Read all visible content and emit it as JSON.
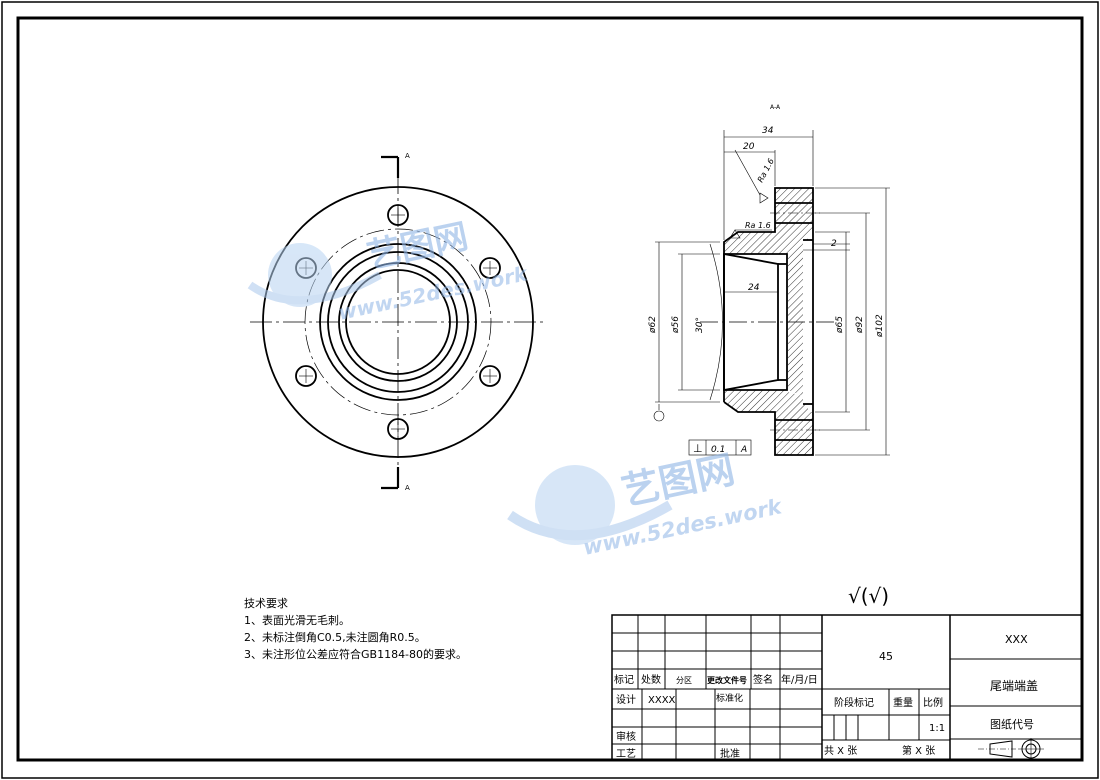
{
  "drawing": {
    "section_marker": "A",
    "section_view_label": "A-A",
    "tech_requirements": {
      "title": "技术要求",
      "items": [
        "1、表面光滑无毛刺。",
        "2、未标注倒角C0.5,未注圆角R0.5。",
        "3、未注形位公差应符合GB1184-80的要求。"
      ]
    },
    "roughness_note": "√(√)",
    "dimensions": {
      "len_34": "34",
      "len_20": "20",
      "len_24": "24",
      "len_2": "2",
      "dia_62": "ø62",
      "dia_56": "ø56",
      "angle_30": "30°",
      "dia_65": "ø65",
      "dia_92": "ø92",
      "dia_102": "ø102",
      "ra_1": "Ra 1.6",
      "ra_2": "Ra 1.6"
    },
    "gdt": {
      "symbol": "⊥",
      "value": "0.1",
      "datum": "A"
    }
  },
  "watermark": {
    "brand": "艺图网",
    "url": "www.52des.work"
  },
  "title_block": {
    "header_labels": [
      "标记",
      "处数",
      "分区",
      "更改文件号",
      "签名",
      "年/月/日"
    ],
    "design_label": "设计",
    "designer": "XXXX",
    "standardize_label": "标准化",
    "review_label": "审核",
    "process_label": "工艺",
    "approve_label": "批准",
    "material": "45",
    "stage_label": "阶段标记",
    "weight_label": "重量",
    "scale_label": "比例",
    "scale_value": "1:1",
    "total_sheets": "共 X 张",
    "sheet_no": "第 X 张",
    "company": "XXX",
    "part_name": "尾端端盖",
    "drawing_code_label": "图纸代号"
  }
}
